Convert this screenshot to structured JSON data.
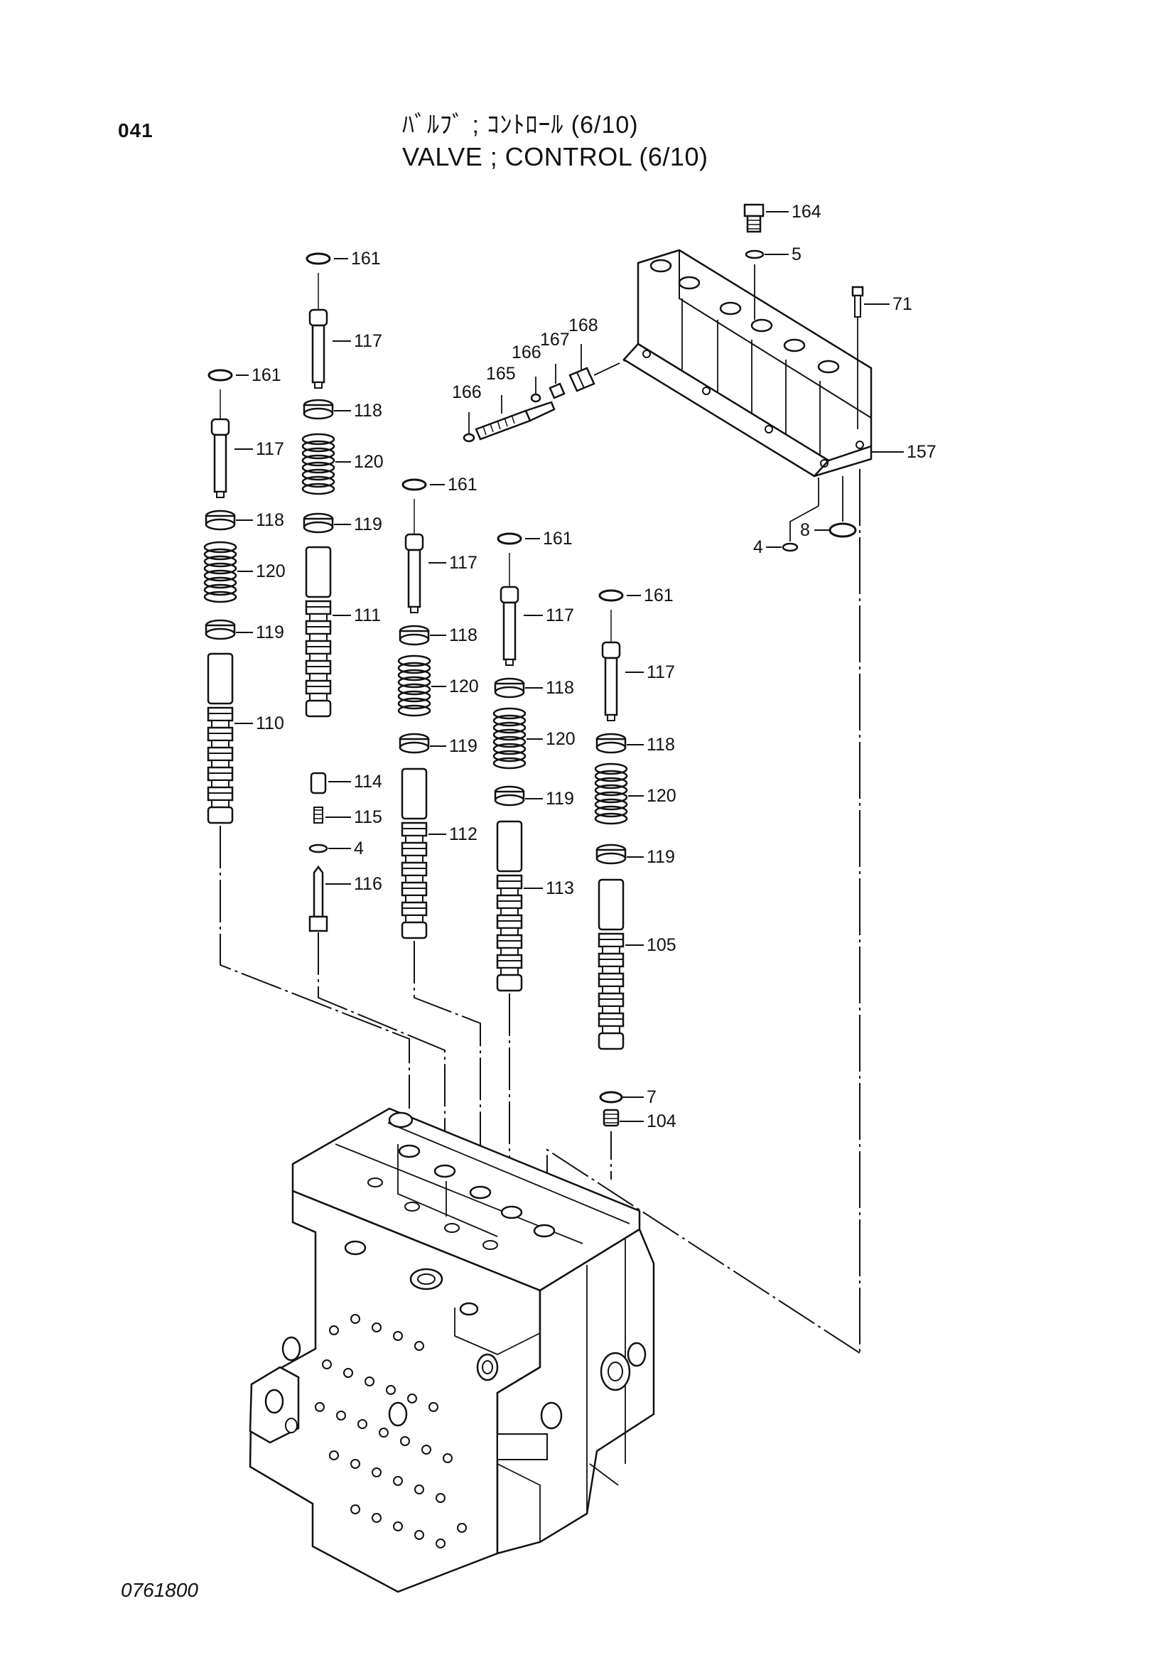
{
  "header": {
    "page_number": "041",
    "title_jp": "ﾊﾞﾙﾌﾞ ; ｺﾝﾄﾛｰﾙ (6/10)",
    "title_en": "VALVE ; CONTROL (6/10)"
  },
  "footer": {
    "drawing_number": "0761800"
  },
  "callouts": {
    "c164": "164",
    "c5": "5",
    "c71": "71",
    "c157": "157",
    "c8": "8",
    "c4_cover": "4",
    "c168": "168",
    "c167": "167",
    "c166_top": "166",
    "c165": "165",
    "c166_left": "166",
    "col1": {
      "c161": "161",
      "c117": "117",
      "c118": "118",
      "c120": "120",
      "c119": "119",
      "c110": "110"
    },
    "col2": {
      "c161": "161",
      "c117": "117",
      "c118": "118",
      "c120": "120",
      "c119": "119",
      "c111": "111",
      "c114": "114",
      "c115": "115",
      "c4": "4",
      "c116": "116"
    },
    "col3": {
      "c161": "161",
      "c117": "117",
      "c118": "118",
      "c120": "120",
      "c119": "119",
      "c112": "112"
    },
    "col4": {
      "c161": "161",
      "c117": "117",
      "c118": "118",
      "c120": "120",
      "c119": "119",
      "c113": "113"
    },
    "col5": {
      "c161": "161",
      "c117": "117",
      "c118": "118",
      "c120": "120",
      "c119": "119",
      "c105": "105",
      "c7": "7",
      "c104": "104"
    }
  }
}
